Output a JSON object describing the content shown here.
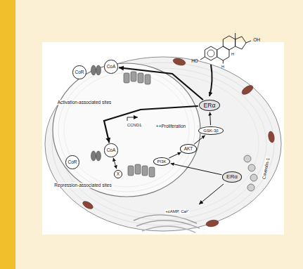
{
  "diagram": {
    "nodes": [
      {
        "text": [
          "CoR"
        ]
      },
      {
        "text": [
          "CoA"
        ]
      },
      {
        "text": [
          "CoR"
        ]
      },
      {
        "text": [
          "CoA"
        ]
      },
      {
        "text": [
          "X"
        ]
      },
      {
        "text": [
          "ERα"
        ]
      },
      {
        "text": [
          "GSK-3β"
        ]
      },
      {
        "text": [
          "AKT"
        ]
      },
      {
        "text": [
          "PI3K"
        ]
      },
      {
        "text": [
          "ERα"
        ]
      }
    ],
    "edges": [
      {
        "from": 5,
        "to": 1,
        "arrow": "to"
      },
      {
        "from": 5,
        "to": 3,
        "arrow": "to"
      },
      {
        "from": 9,
        "to": 8,
        "arrow": "to"
      },
      {
        "from": 8,
        "to": 7,
        "arrow": "to"
      },
      {
        "from": 7,
        "to": 6,
        "arrow": "to"
      },
      {
        "from": 6,
        "to": 5,
        "arrow": "to"
      },
      {
        "from": 4,
        "to": 3,
        "arrow": "both"
      }
    ],
    "labels": [
      "Activation-associated sites",
      "Repression-associated sites",
      "CCND1",
      "++Proliferation",
      "+cAMP, Ca²⁺",
      "Caveolin-1",
      "OH",
      "HO",
      "H",
      "H"
    ]
  }
}
